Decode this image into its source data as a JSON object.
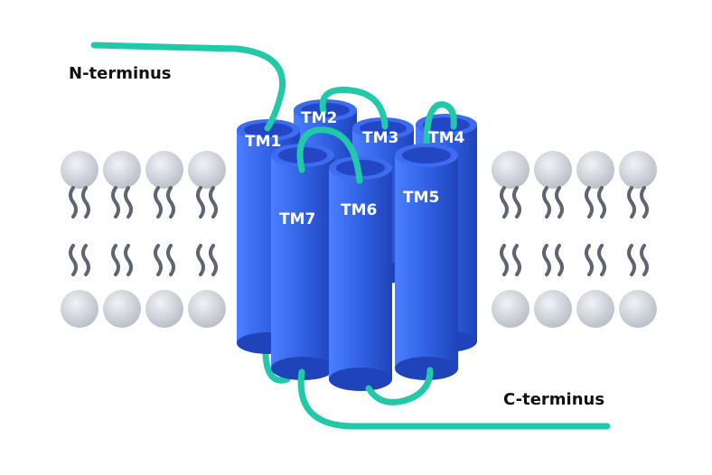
{
  "labels": {
    "n_terminus": "N-terminus",
    "c_terminus": "C-terminus"
  },
  "helices": {
    "tm1": "TM1",
    "tm2": "TM2",
    "tm3": "TM3",
    "tm4": "TM4",
    "tm5": "TM5",
    "tm6": "TM6",
    "tm7": "TM7"
  },
  "colors": {
    "helix_blue": "#2f5fe0",
    "helix_light": "#4a7fff",
    "helix_dark": "#1f43b8",
    "loop_teal": "#22c9a8",
    "lipid_head": "#c9ced6",
    "lipid_tail": "#5d6670",
    "text_dark": "#111111",
    "text_light": "#ffffff"
  }
}
